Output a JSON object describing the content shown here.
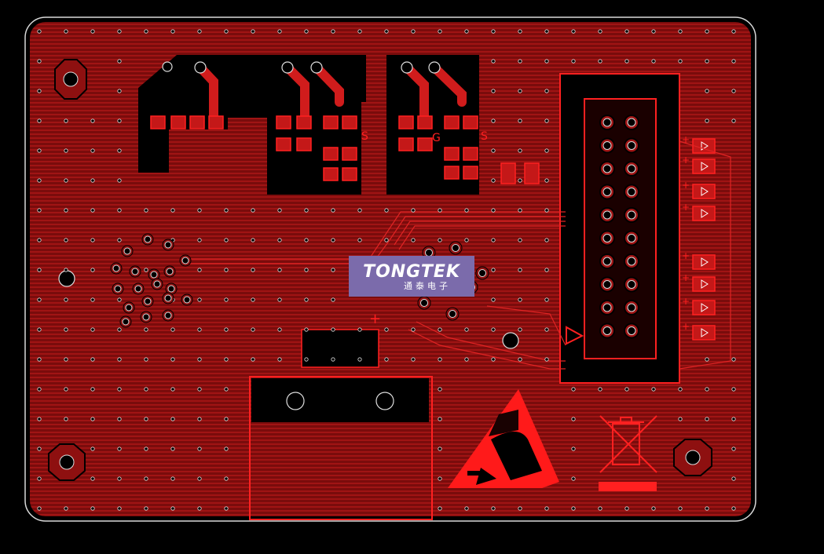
{
  "logo": {
    "brand": "TONGTEK",
    "subtitle": "通泰电子"
  },
  "silkscreen": {
    "mosfet_left_source": "S",
    "mosfet_right_gate": "G",
    "mosfet_right_source": "S",
    "capacitor_polarity": "+",
    "led_polarity": "+"
  },
  "colors": {
    "board_background": "#000000",
    "copper": "#8e1010",
    "trace": "#c41818",
    "silkscreen": "#ff2020",
    "logo_background": "#7b6bab"
  },
  "icons": {
    "esd_warning": "esd-warning-icon",
    "weee_bin": "weee-crossed-bin-icon"
  }
}
